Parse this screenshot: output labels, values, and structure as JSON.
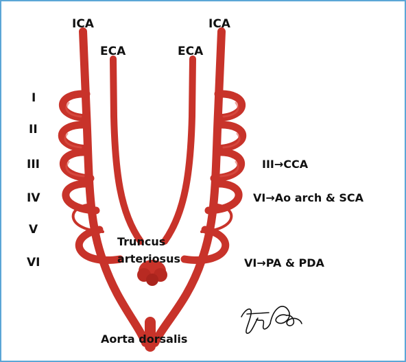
{
  "labels": {
    "ica_left": "ICA",
    "ica_right": "ICA",
    "eca_left": "ECA",
    "eca_right": "ECA",
    "arch_1": "I",
    "arch_2": "II",
    "arch_3": "III",
    "arch_4": "IV",
    "arch_5": "V",
    "arch_6": "VI",
    "truncus_line1": "Truncus",
    "truncus_line2": "arteriosus",
    "aorta": "Aorta dorsalis",
    "fate_3": "III→CCA",
    "fate_4": "VI→Ao arch & SCA",
    "fate_6": "VI→PA & PDA"
  },
  "colors": {
    "vessel": "#c8332a",
    "vessel_highlight": "#e0584c",
    "frame_border": "#5ba6d6",
    "text": "#111111"
  },
  "signature": "handwritten-signature"
}
